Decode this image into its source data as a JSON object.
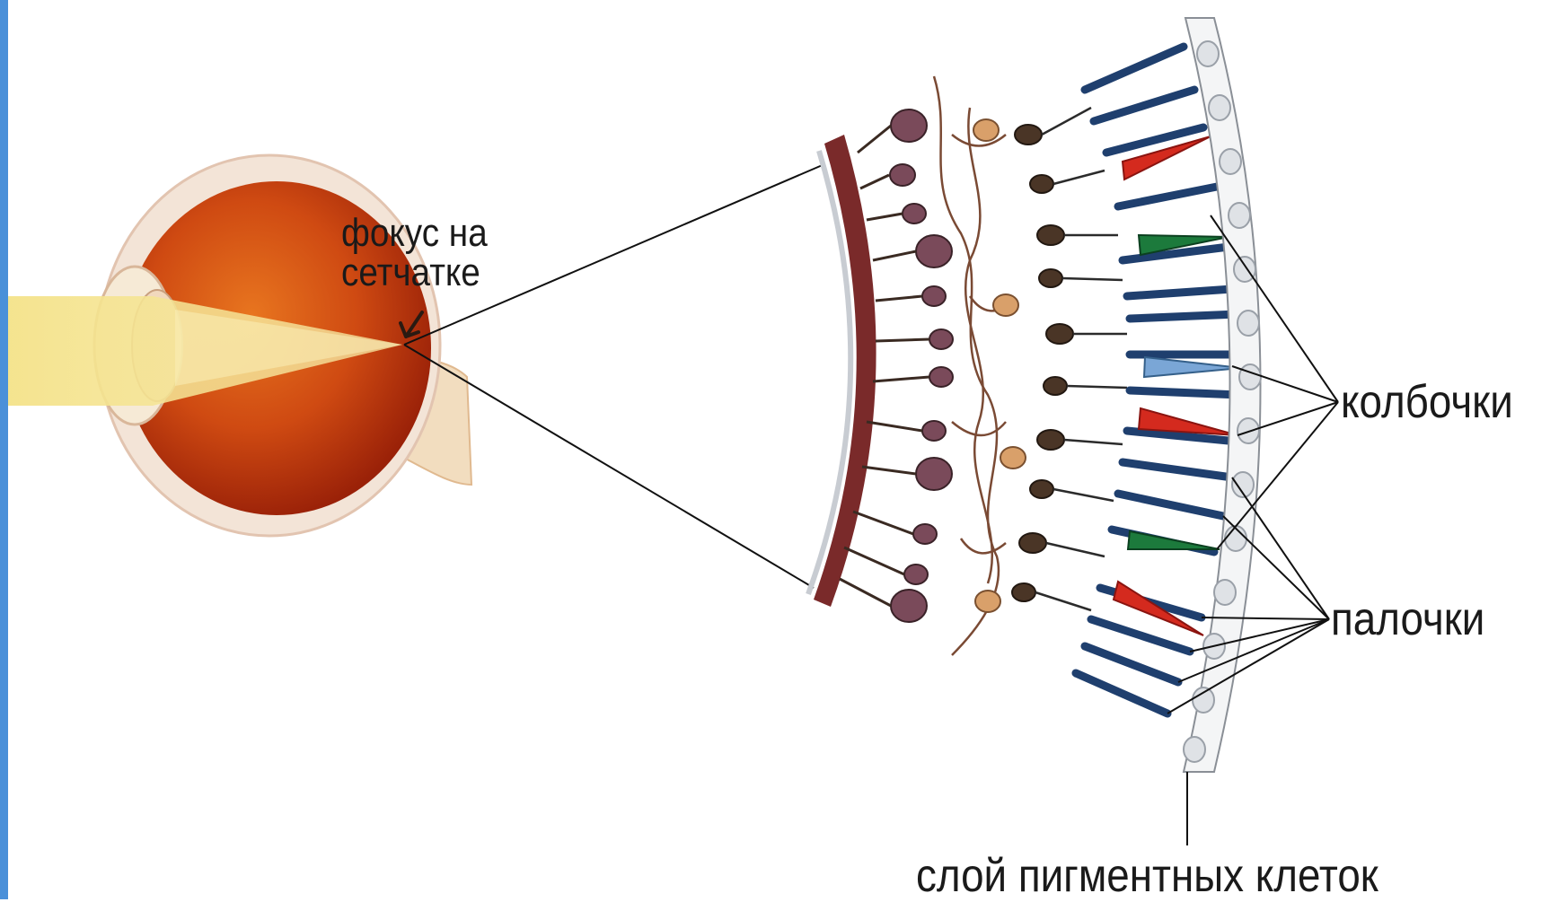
{
  "labels": {
    "focus_line1": "фокус на",
    "focus_line2": "сетчатке",
    "cones": "колбочки",
    "rods": "палочки",
    "pigment_layer": "слой пигментных клеток"
  },
  "colors": {
    "accent_bar": "#4a90d9",
    "eye_body": "#c23a0e",
    "light_beam": "#f6e79a",
    "rod": "#1f3f6e",
    "cone_red": "#d42a1e",
    "cone_green": "#1c7a3c",
    "cone_blue": "#7aa6d6",
    "ganglion": "#6e5a6e",
    "bipolar": "#4a3526",
    "tissue": "#7a2a2a"
  },
  "icons": [
    "eye-cross-section-illustration",
    "retina-layers-illustration"
  ]
}
